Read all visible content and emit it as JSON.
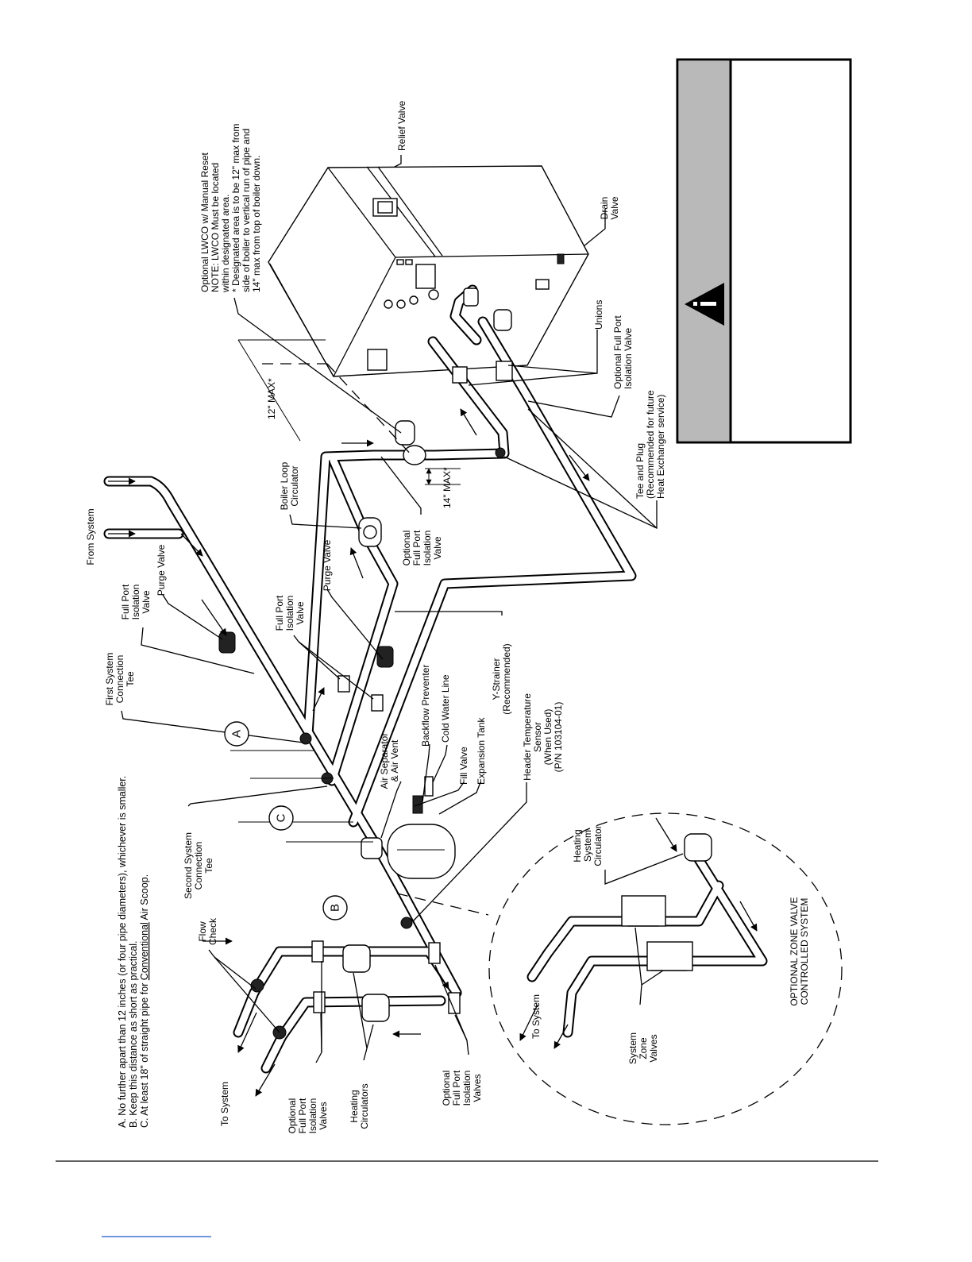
{
  "notes": [
    "A. No further apart than 12 inches (or four pipe diameters), whichever is smaller.",
    "B. Keep this distance as short as practical.",
    "C. At least 18\" of straight pipe for Conventional Air Scoop."
  ],
  "note_c_parts": {
    "before": "C. At least 18\" of straight pipe for ",
    "underlined": "Conventional",
    "after": " Air Scoop."
  },
  "markers": {
    "a": "A",
    "b": "B",
    "c": "C"
  },
  "labels": {
    "lwco": [
      "Optional LWCO w/ Manual Reset",
      "NOTE: LWCO Must be located",
      "within designated area.",
      "* Designated area is to be 12\" max from",
      "side of boiler to vertical run of pipe and",
      "14\" max from top of boiler down."
    ],
    "relief_valve": [
      "Relief Valve"
    ],
    "drain_valve": [
      "Drain",
      "Valve"
    ],
    "unions": [
      "Unions"
    ],
    "optional_full_port_isolation_valve": [
      "Optional Full Port",
      "Isolation Valve"
    ],
    "tee_and_plug": [
      "Tee and Plug",
      "(Recommended for future",
      "Heat Exchanger service)"
    ],
    "twelve_max": [
      "12\" MAX*"
    ],
    "fourteen_max": [
      "14\" MAX*"
    ],
    "boiler_loop_circulator": [
      "Boiler Loop",
      "Circulator"
    ],
    "optional_full_port_isolation_valve_2": [
      "Optional",
      "Full Port",
      "Isolation",
      "Valve"
    ],
    "from_system": [
      "From System"
    ],
    "full_port_isolation_valve_1": [
      "Full Port",
      "Isolation",
      "Valve"
    ],
    "purge_valve_1": [
      "Purge Valve"
    ],
    "full_port_isolation_valve_2": [
      "Full Port",
      "Isolation",
      "Valve"
    ],
    "purge_valve_2": [
      "Purge Valve"
    ],
    "first_system_connection_tee": [
      "First System",
      "Connection",
      "Tee"
    ],
    "y_strainer": [
      "Y-Strainer",
      "(Recommended)"
    ],
    "backflow_preventer": [
      "Backflow Preventer"
    ],
    "cold_water_line": [
      "Cold Water Line"
    ],
    "air_separator": [
      "Air Separator",
      "& Air Vent"
    ],
    "fill_valve": [
      "Fill Valve"
    ],
    "expansion_tank": [
      "Expansion Tank"
    ],
    "header_temperature_sensor": [
      "Header Temperature",
      "Sensor",
      "(When Used)",
      "(P/N 103104-01)"
    ],
    "second_system_connection_tee": [
      "Second System",
      "Connection",
      "Tee"
    ],
    "flow_check": [
      "Flow",
      "Check"
    ],
    "to_system_1": [
      "To System"
    ],
    "optional_full_port_isolation_valves_1": [
      "Optional",
      "Full Port",
      "Isolation",
      "Valves"
    ],
    "heating_circulators": [
      "Heating",
      "Circulators"
    ],
    "optional_full_port_isolation_valves_2": [
      "Optional",
      "Full Port",
      "Isolation",
      "Valves"
    ],
    "heating_system_circulator": [
      "Heating",
      "System",
      "Circulator"
    ],
    "to_system_2": [
      "To System"
    ],
    "system_zone_valves": [
      "System",
      "Zone",
      "Valves"
    ],
    "optional_zone_valve": [
      "OPTIONAL ZONE VALVE",
      "CONTROLLED SYSTEM"
    ]
  },
  "warning_icon": "warning-triangle-icon",
  "colors": {
    "ink": "#000000",
    "warning_band": "#b9b9b9",
    "footer_link": "#1a56c8"
  }
}
